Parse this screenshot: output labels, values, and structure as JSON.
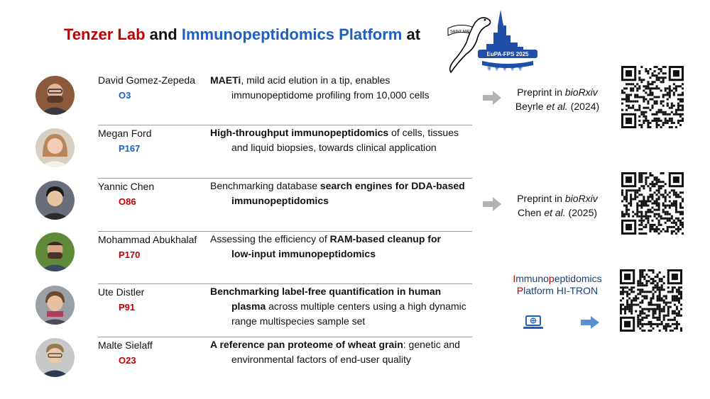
{
  "title": {
    "part1": "Tenzer Lab",
    "part2": " and ",
    "part3": "Immunopeptidomics Platform",
    "part4": " at"
  },
  "logo": {
    "banner": "SAINT MALO",
    "event": "EuPA-FPS 2025"
  },
  "rows": [
    {
      "name": "David Gomez-Zepeda",
      "code": "O3",
      "code_color": "#1f5fbf",
      "desc_l1": [
        {
          "t": "MAETi",
          "b": true
        },
        {
          "t": ", mild acid elution in a tip, enables",
          "b": false
        }
      ],
      "desc_l2": [
        {
          "t": "immunopeptidome profiling from 10,000 cells",
          "b": false
        }
      ]
    },
    {
      "name": "Megan Ford",
      "code": "P167",
      "code_color": "#1f5fbf",
      "desc_l1": [
        {
          "t": "High-throughput immunopeptidomics",
          "b": true
        },
        {
          "t": " of cells, tissues",
          "b": false
        }
      ],
      "desc_l2": [
        {
          "t": "and liquid biopsies, towards clinical application",
          "b": false
        }
      ]
    },
    {
      "name": "Yannic Chen",
      "code": "O86",
      "code_color": "#c00000",
      "desc_l1": [
        {
          "t": "Benchmarking database ",
          "b": false
        },
        {
          "t": "search engines for DDA-based",
          "b": true
        }
      ],
      "desc_l2": [
        {
          "t": "immunopeptidomics",
          "b": true
        }
      ]
    },
    {
      "name": "Mohammad Abukhalaf",
      "code": "P170",
      "code_color": "#c00000",
      "desc_l1": [
        {
          "t": "Assessing the efficiency of ",
          "b": false
        },
        {
          "t": "RAM-based cleanup for",
          "b": true
        }
      ],
      "desc_l2": [
        {
          "t": "low-input immunopeptidomics",
          "b": true
        }
      ]
    },
    {
      "name": "Ute Distler",
      "code": "P91",
      "code_color": "#c00000",
      "desc_l1": [
        {
          "t": "Benchmarking label-free quantification in human",
          "b": true
        }
      ],
      "desc_l2": [
        {
          "t": "plasma",
          "b": true
        },
        {
          "t": " across multiple centers using a high dynamic",
          "b": false
        }
      ],
      "desc_l3": [
        {
          "t": "range multispecies sample set",
          "b": false
        }
      ]
    },
    {
      "name": "Malte Sielaff",
      "code": "O23",
      "code_color": "#c00000",
      "desc_l1": [
        {
          "t": "A reference pan proteome of wheat grain",
          "b": true
        },
        {
          "t": ": genetic and",
          "b": false
        }
      ],
      "desc_l2": [
        {
          "t": "environmental factors of end-user quality",
          "b": false
        }
      ]
    }
  ],
  "preprints": [
    {
      "line1_prefix": "Preprint in ",
      "line1_journal": "bioRxiv",
      "line2_author": "Beyrle ",
      "line2_etal": "et al.",
      "line2_year": " (2024)"
    },
    {
      "line1_prefix": "Preprint in ",
      "line1_journal": "bioRxiv",
      "line2_author": "Chen ",
      "line2_etal": "et al.",
      "line2_year": " (2025)"
    }
  ],
  "platform": {
    "hl1": "I",
    "w1": "mmuno",
    "hl2": "p",
    "w2": "eptidomics",
    "hl3": "P",
    "w3": "latform HI-TRON"
  },
  "icons": {
    "arrow": "arrow-right-icon",
    "laptop": "laptop-icon",
    "qr": "qr-code-icon"
  },
  "colors": {
    "red": "#c00000",
    "blue": "#1f5fbf",
    "arrow_gray": "#b3b3b3",
    "arrow_blue": "#5b8fd6"
  }
}
